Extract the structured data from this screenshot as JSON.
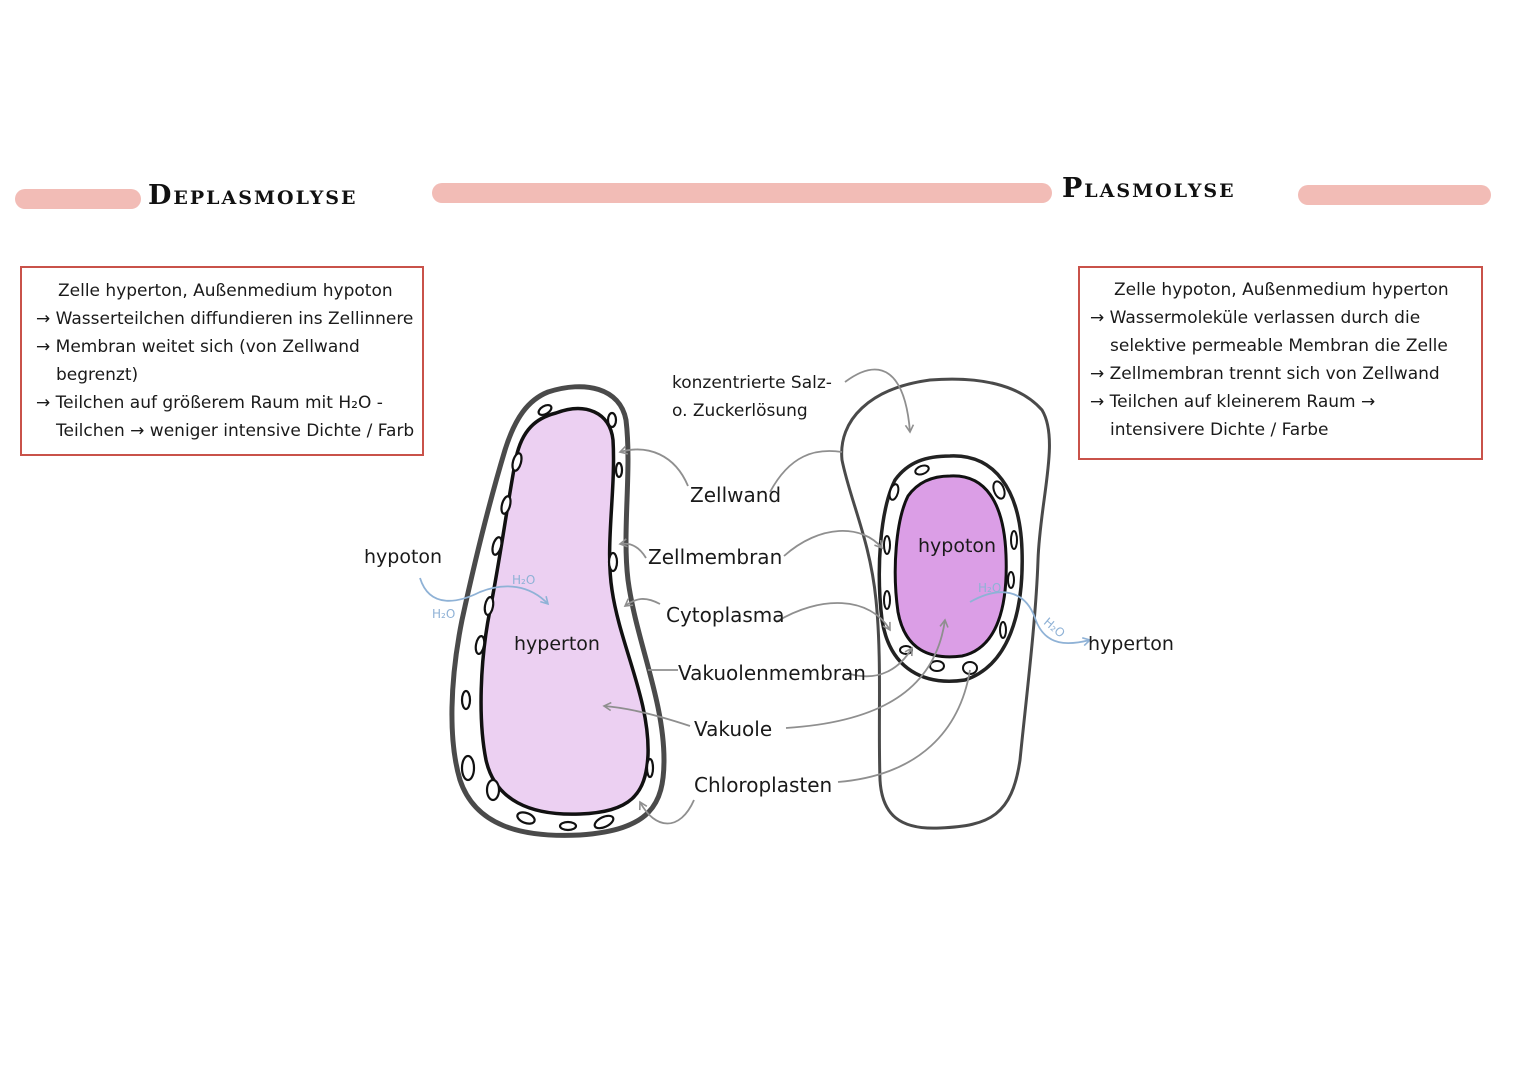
{
  "headings": {
    "left": "Deplasmolyse",
    "right": "Plasmolyse"
  },
  "colors": {
    "bar": "#f2bcb6",
    "box_border": "#c9524a",
    "vacuole_left": "#ecd0f2",
    "vacuole_right": "#db9ee6",
    "water_arrow": "#8fb2d6",
    "pointer": "#8f8f8f"
  },
  "left_note": {
    "lines": [
      "Zelle hyperton, Außenmedium hypoton",
      "→ Wasserteilchen diffundieren ins Zellinnere",
      "→ Membran weitet sich (von Zellwand",
      "begrenzt)",
      "→ Teilchen auf größerem Raum mit H₂O -",
      "Teilchen → weniger intensive Dichte / Farb"
    ]
  },
  "right_note": {
    "lines": [
      "Zelle hypoton, Außenmedium hyperton",
      "→ Wassermoleküle verlassen durch die",
      "selektive permeable Membran die Zelle",
      "→ Zellmembran trennt sich von Zellwand",
      "→ Teilchen auf kleinerem Raum →",
      "intensivere Dichte / Farbe"
    ]
  },
  "diagram": {
    "left_cell": {
      "outside_label": "hypoton",
      "inside_label": "hyperton",
      "water_labels": [
        "H₂O",
        "H₂O"
      ]
    },
    "right_cell": {
      "inside_label": "hypoton",
      "outside_label": "hyperton",
      "water_labels": [
        "H₂O",
        "H₂O"
      ]
    },
    "solution_label": [
      "konzentrierte Salz-",
      "o. Zuckerlösung"
    ],
    "parts": [
      "Zellwand",
      "Zellmembran",
      "Cytoplasma",
      "Vakuolenmembran",
      "Vakuole",
      "Chloroplasten"
    ]
  }
}
